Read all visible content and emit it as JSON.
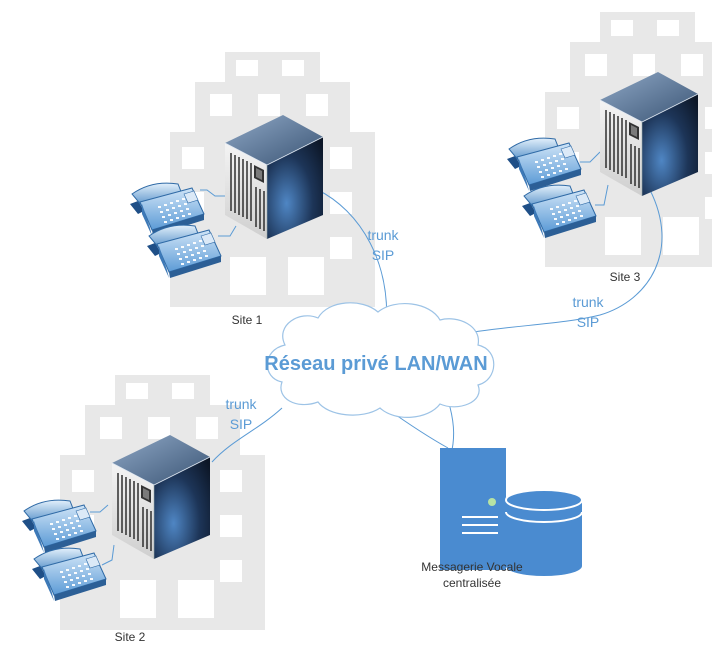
{
  "network": {
    "label": "Réseau privé LAN/WAN"
  },
  "sites": [
    {
      "id": "site1",
      "label": "Site 1"
    },
    {
      "id": "site2",
      "label": "Site 2"
    },
    {
      "id": "site3",
      "label": "Site 3"
    }
  ],
  "trunks": [
    {
      "id": "trunk1",
      "line1": "trunk",
      "line2": "SIP"
    },
    {
      "id": "trunk2",
      "line1": "trunk",
      "line2": "SIP"
    },
    {
      "id": "trunk3",
      "line1": "trunk",
      "line2": "SIP"
    }
  ],
  "voicemail": {
    "line1": "Messagerie Vocale",
    "line2": "centralisée"
  },
  "colors": {
    "building": "#e8e8e8",
    "window": "#ffffff",
    "link": "#5b9bd5",
    "label_blue": "#5b9bd5",
    "cloud_fill": "#ffffff",
    "cloud_stroke": "#9dc3e6",
    "server_blue": "#4a8bd0",
    "text_dark": "#333333"
  }
}
